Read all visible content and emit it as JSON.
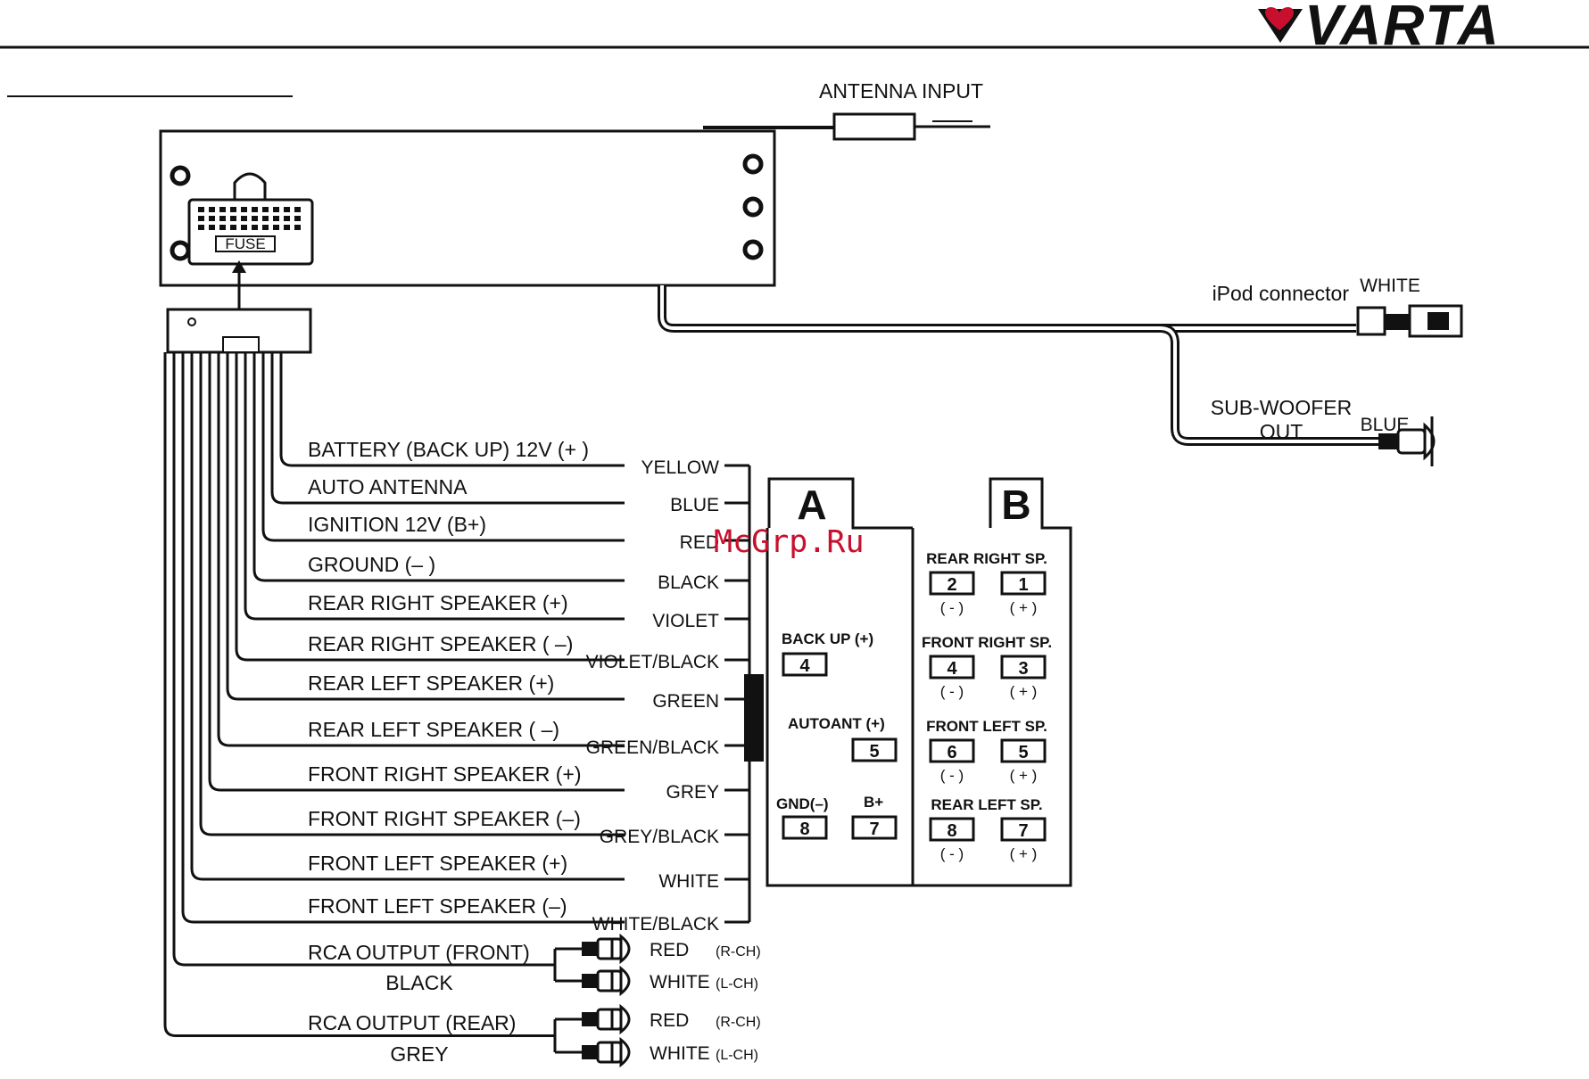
{
  "brand": {
    "logo": "VARTA"
  },
  "watermark": "McGrp.Ru",
  "antenna_input": "ANTENNA INPUT",
  "fuse_label": "FUSE",
  "ipod": {
    "label": "iPod connector",
    "color": "WHITE"
  },
  "subwoofer": {
    "label_line1": "SUB-WOOFER",
    "label_line2": "OUT",
    "color": "BLUE"
  },
  "wires": [
    {
      "label": "BATTERY (BACK UP) 12V (+ )",
      "color": "YELLOW"
    },
    {
      "label": "AUTO ANTENNA",
      "color": "BLUE"
    },
    {
      "label": "IGNITION 12V (B+)",
      "color": "RED"
    },
    {
      "label": "GROUND (– )",
      "color": "BLACK"
    },
    {
      "label": "REAR RIGHT SPEAKER (+)",
      "color": "VIOLET"
    },
    {
      "label": "REAR RIGHT SPEAKER ( –)",
      "color": "VIOLET/BLACK"
    },
    {
      "label": "REAR LEFT SPEAKER (+)",
      "color": "GREEN"
    },
    {
      "label": "REAR LEFT SPEAKER ( –)",
      "color": "GREEN/BLACK"
    },
    {
      "label": "FRONT RIGHT SPEAKER (+)",
      "color": "GREY"
    },
    {
      "label": "FRONT RIGHT SPEAKER (–)",
      "color": "GREY/BLACK"
    },
    {
      "label": "FRONT LEFT SPEAKER (+)",
      "color": "WHITE"
    },
    {
      "label": "FRONT LEFT SPEAKER (–)",
      "color": "WHITE/BLACK"
    }
  ],
  "rca": [
    {
      "label": "RCA OUTPUT (FRONT)",
      "wire": "BLACK",
      "plugs": [
        {
          "color": "RED",
          "ch": "(R-CH)"
        },
        {
          "color": "WHITE",
          "ch": "(L-CH)"
        }
      ]
    },
    {
      "label": "RCA OUTPUT (REAR)",
      "wire": "GREY",
      "plugs": [
        {
          "color": "RED",
          "ch": "(R-CH)"
        },
        {
          "color": "WHITE",
          "ch": "(L-CH)"
        }
      ]
    }
  ],
  "connector_a": {
    "title": "A",
    "pins": [
      {
        "label": "BACK UP (+)",
        "pin": "4"
      },
      {
        "label": "AUTOANT (+)",
        "pin": "5"
      },
      {
        "label": "GND(–)",
        "pin": "8"
      },
      {
        "label": "B+",
        "pin": "7"
      }
    ]
  },
  "connector_b": {
    "title": "B",
    "groups": [
      {
        "label": "REAR RIGHT SP.",
        "pins": [
          {
            "pin": "2",
            "sign": "( - )"
          },
          {
            "pin": "1",
            "sign": "( + )"
          }
        ]
      },
      {
        "label": "FRONT RIGHT SP.",
        "pins": [
          {
            "pin": "4",
            "sign": "( - )"
          },
          {
            "pin": "3",
            "sign": "( + )"
          }
        ]
      },
      {
        "label": "FRONT LEFT SP.",
        "pins": [
          {
            "pin": "6",
            "sign": "( - )"
          },
          {
            "pin": "5",
            "sign": "( + )"
          }
        ]
      },
      {
        "label": "REAR LEFT SP.",
        "pins": [
          {
            "pin": "8",
            "sign": "( - )"
          },
          {
            "pin": "7",
            "sign": "( + )"
          }
        ]
      }
    ]
  }
}
